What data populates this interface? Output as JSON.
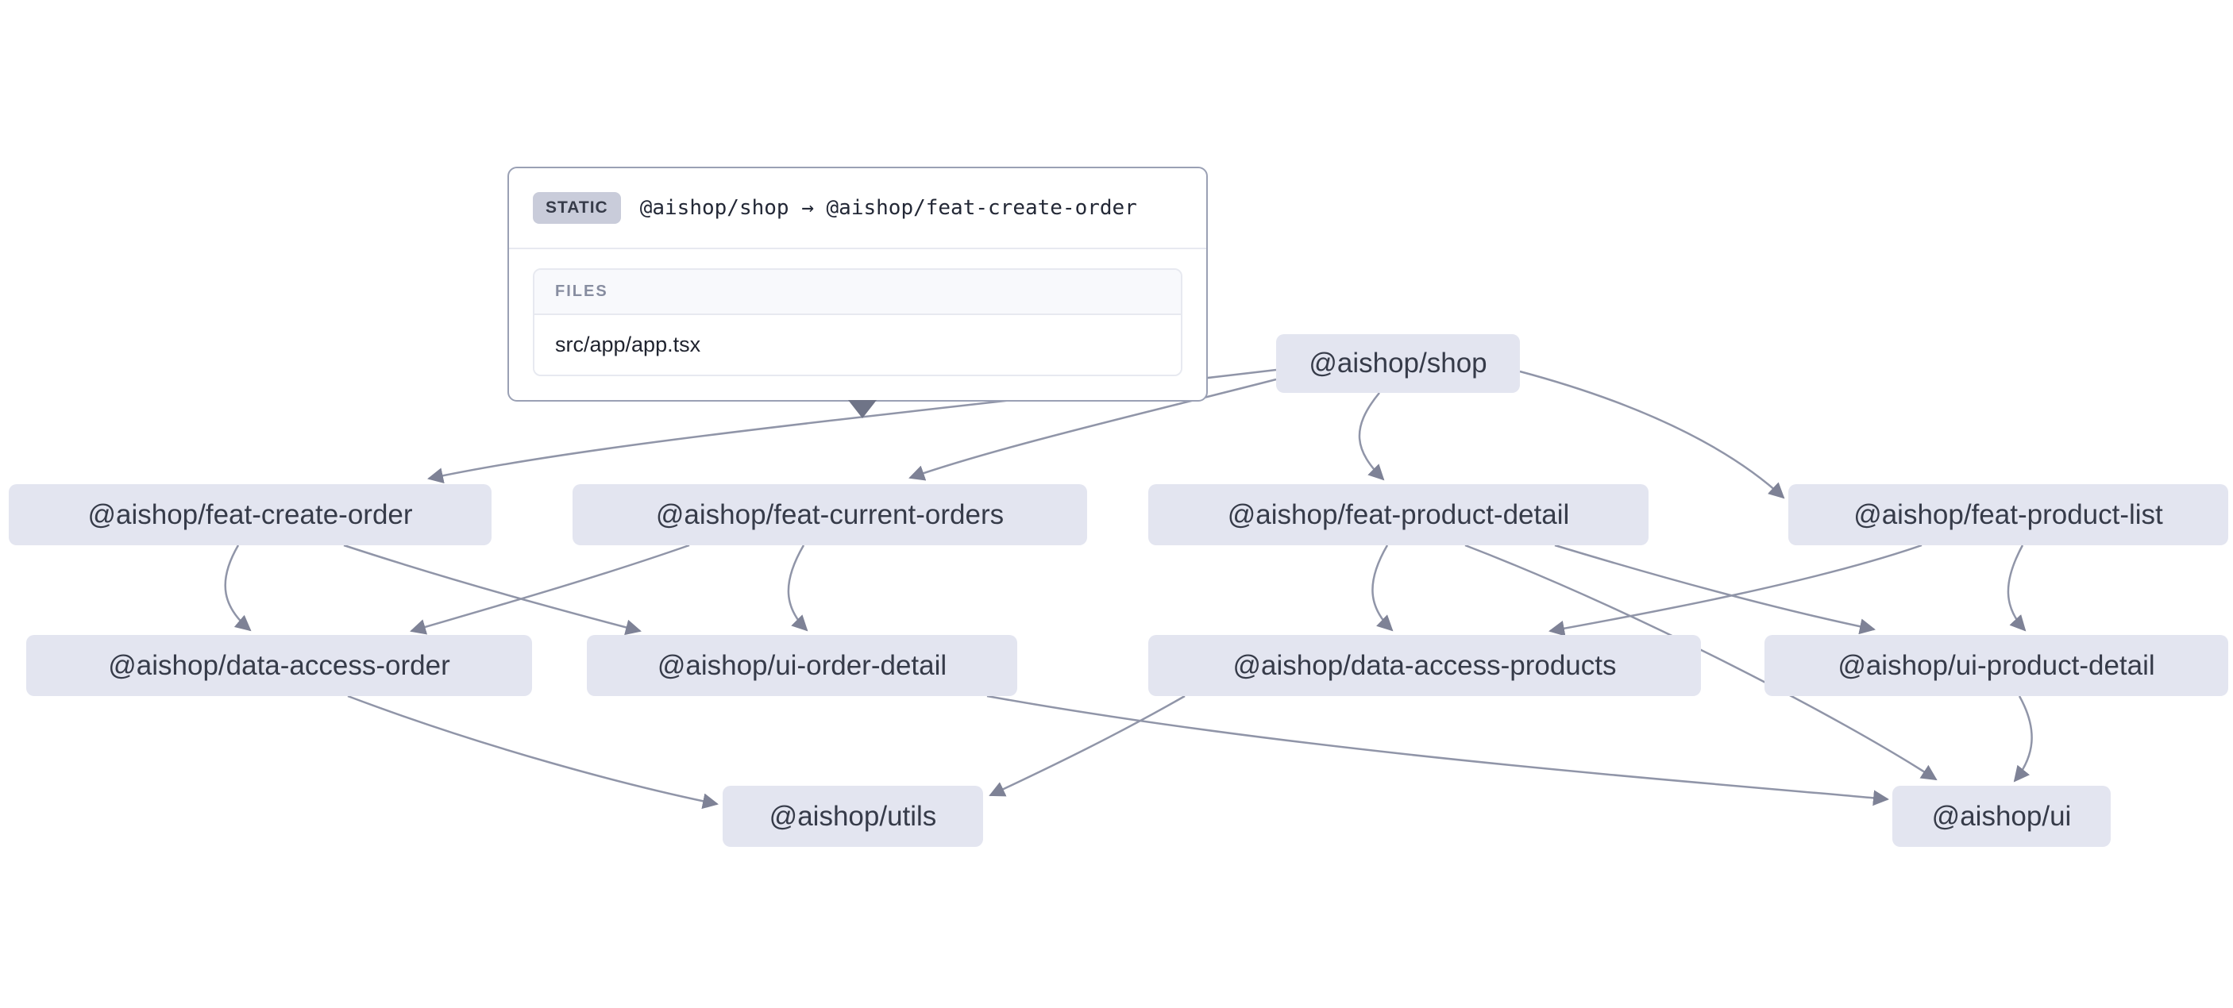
{
  "graph": {
    "nodes": [
      {
        "id": "shop",
        "label": "@aishop/shop"
      },
      {
        "id": "feat-create-order",
        "label": "@aishop/feat-create-order"
      },
      {
        "id": "feat-current-orders",
        "label": "@aishop/feat-current-orders"
      },
      {
        "id": "feat-product-detail",
        "label": "@aishop/feat-product-detail"
      },
      {
        "id": "feat-product-list",
        "label": "@aishop/feat-product-list"
      },
      {
        "id": "data-access-order",
        "label": "@aishop/data-access-order"
      },
      {
        "id": "ui-order-detail",
        "label": "@aishop/ui-order-detail"
      },
      {
        "id": "data-access-products",
        "label": "@aishop/data-access-products"
      },
      {
        "id": "ui-product-detail",
        "label": "@aishop/ui-product-detail"
      },
      {
        "id": "utils",
        "label": "@aishop/utils"
      },
      {
        "id": "ui",
        "label": "@aishop/ui"
      }
    ],
    "edges": [
      {
        "source": "shop",
        "target": "feat-create-order"
      },
      {
        "source": "shop",
        "target": "feat-current-orders"
      },
      {
        "source": "shop",
        "target": "feat-product-detail"
      },
      {
        "source": "shop",
        "target": "feat-product-list"
      },
      {
        "source": "feat-create-order",
        "target": "data-access-order"
      },
      {
        "source": "feat-create-order",
        "target": "ui-order-detail"
      },
      {
        "source": "feat-current-orders",
        "target": "data-access-order"
      },
      {
        "source": "feat-current-orders",
        "target": "ui-order-detail"
      },
      {
        "source": "feat-product-detail",
        "target": "data-access-products"
      },
      {
        "source": "feat-product-detail",
        "target": "ui-product-detail"
      },
      {
        "source": "feat-product-detail",
        "target": "ui"
      },
      {
        "source": "feat-product-list",
        "target": "data-access-products"
      },
      {
        "source": "feat-product-list",
        "target": "ui-product-detail"
      },
      {
        "source": "data-access-order",
        "target": "utils"
      },
      {
        "source": "data-access-products",
        "target": "utils"
      },
      {
        "source": "ui-order-detail",
        "target": "ui"
      },
      {
        "source": "ui-product-detail",
        "target": "ui"
      }
    ]
  },
  "tooltip": {
    "type_label": "STATIC",
    "edge_text": "@aishop/shop → @aishop/feat-create-order",
    "files_header": "FILES",
    "files": [
      "src/app/app.tsx"
    ]
  },
  "colors": {
    "node_bg": "#e3e5f0",
    "node_text": "#363b49",
    "edge_stroke": "#9095a8",
    "tooltip_border": "#9aa0b4",
    "badge_bg": "#c9ccda"
  }
}
